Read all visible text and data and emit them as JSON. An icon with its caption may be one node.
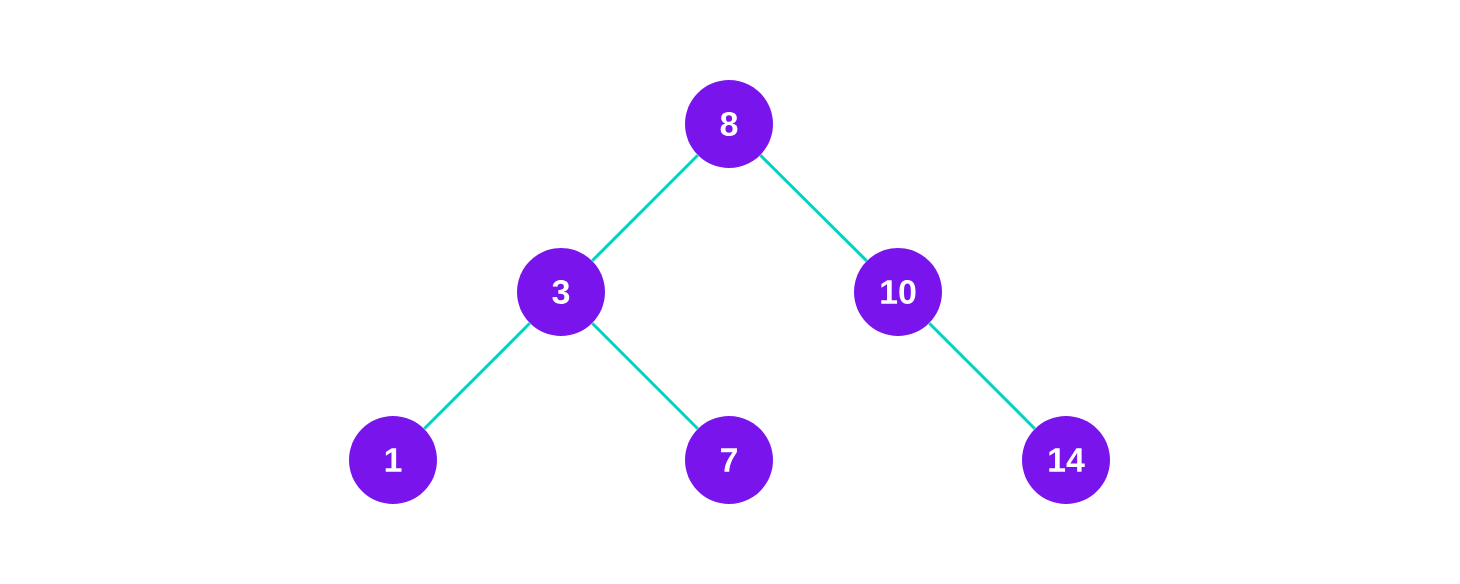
{
  "diagram": {
    "nodes": [
      {
        "text": [
          "8"
        ]
      },
      {
        "text": [
          "3"
        ]
      },
      {
        "text": [
          "10"
        ]
      },
      {
        "text": [
          "1"
        ]
      },
      {
        "text": [
          "7"
        ]
      },
      {
        "text": [
          "14"
        ]
      }
    ],
    "edges": [
      {
        "from": 0,
        "to": 1,
        "arrow": "none"
      },
      {
        "from": 0,
        "to": 2,
        "arrow": "none"
      },
      {
        "from": 1,
        "to": 3,
        "arrow": "none"
      },
      {
        "from": 1,
        "to": 4,
        "arrow": "none"
      },
      {
        "from": 2,
        "to": 5,
        "arrow": "none"
      }
    ]
  }
}
